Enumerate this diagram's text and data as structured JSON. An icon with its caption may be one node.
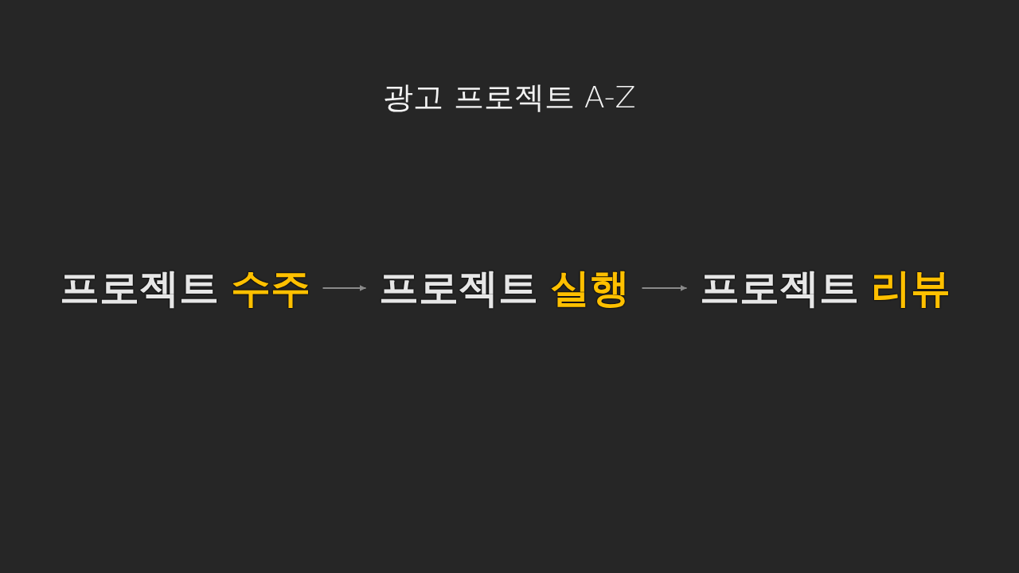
{
  "diagram": {
    "title": "광고 프로젝트 A-Z",
    "nodes": [
      {
        "text": [
          "프로젝트",
          "수주"
        ]
      },
      {
        "text": [
          "프로젝트",
          "실행"
        ]
      },
      {
        "text": [
          "프로젝트",
          "리뷰"
        ]
      }
    ],
    "edges": [
      {
        "from": 0,
        "to": 1,
        "arrow": "to"
      },
      {
        "from": 1,
        "to": 2,
        "arrow": "to"
      }
    ]
  }
}
